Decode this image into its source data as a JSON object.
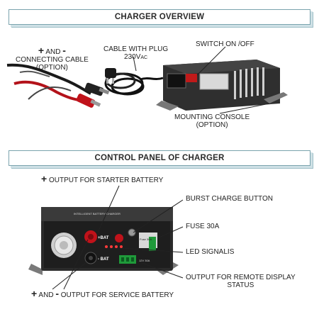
{
  "overview": {
    "title": "CHARGER OVERVIEW",
    "labels": {
      "cable_line1": "AND",
      "cable_line2": "CONNECTING CABLE",
      "cable_line3": "(OPTION)",
      "plug_line1": "CABLE WITH PLUG",
      "plug_line2": "230V",
      "plug_ac": "AC",
      "switch": "SWITCH  ON /OFF",
      "mount_line1": "MOUNTING CONSOLE",
      "mount_line2": "(OPTION)"
    }
  },
  "control_panel": {
    "title": "CONTROL PANEL OF CHARGER",
    "labels": {
      "starter": "OUTPUT FOR STARTER BATTERY",
      "burst": "BURST CHARGE BUTTON",
      "fuse": "FUSE 30A",
      "led": "LED SIGNALIS",
      "remote_line1": "OUTPUT FOR REMOTE DISPLAY",
      "remote_line2": "STATUS",
      "service_and": "AND",
      "service_text": "OUTPUT FOR SERVICE BATTERY"
    },
    "device_text": {
      "plus_bat": "+BAT",
      "minus_bat": "- BAT",
      "brand": "INTELLIGENT BATTERY CHARGER",
      "fuse_label": "Fuse 30A",
      "rating": "12V 30A"
    }
  },
  "symbols": {
    "plus": "+",
    "minus": "-"
  },
  "colors": {
    "banner_border": "#7aa3ad",
    "device_body": "#2b2b2b",
    "terminal_red": "#c0121a",
    "connector_green": "#1f9a3a"
  }
}
